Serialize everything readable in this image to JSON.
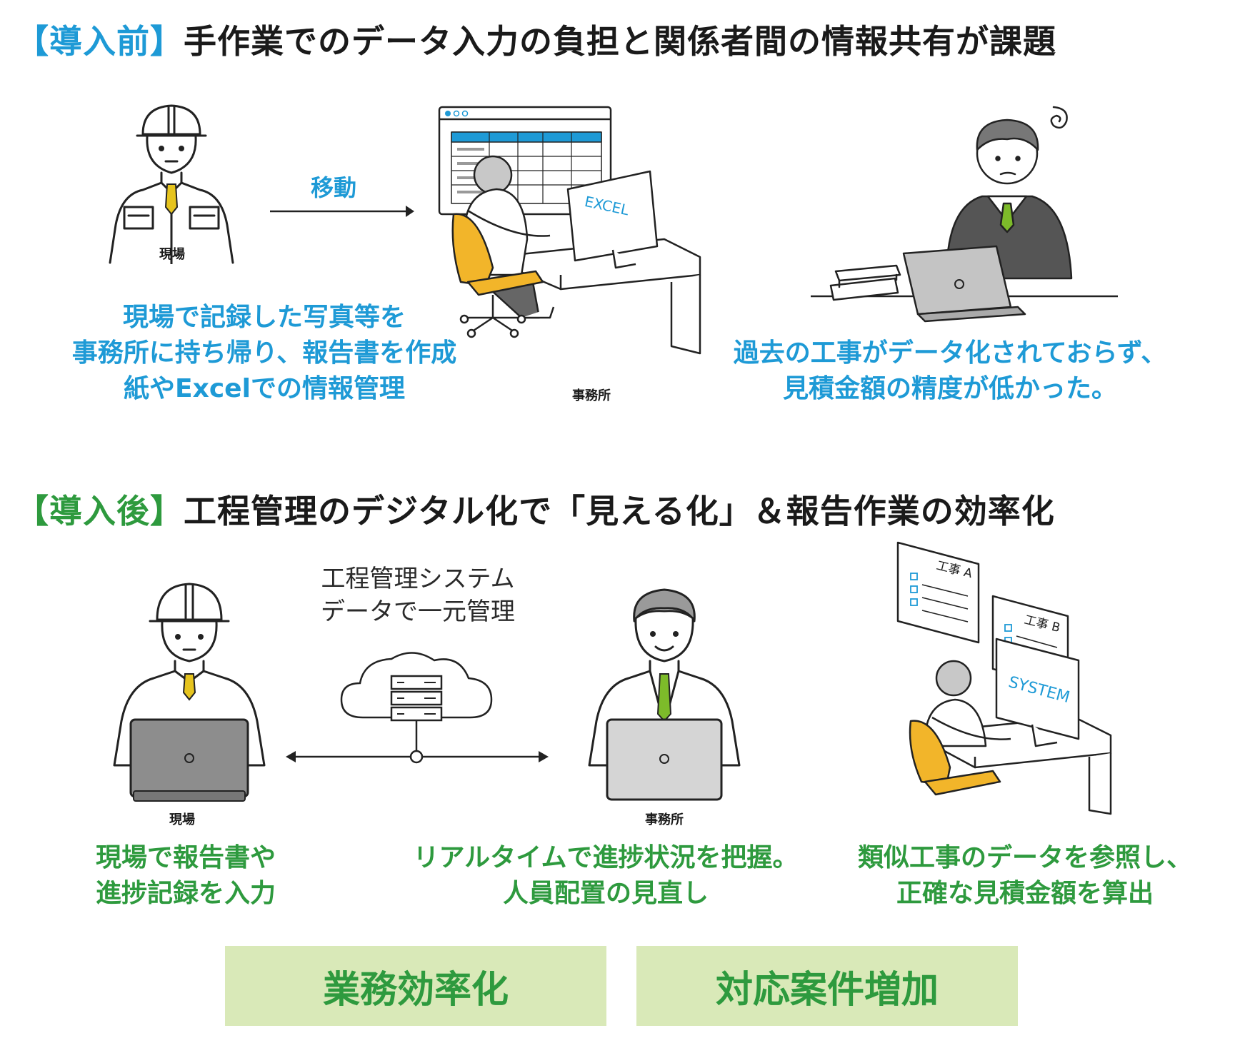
{
  "before": {
    "tag": "【導入前】",
    "title": "手作業でのデータ入力の負担と関係者間の情報共有が課題",
    "site_caption": "現場",
    "move_label": "移動",
    "office_caption": "事務所",
    "excel_label": "EXCEL",
    "desc_left": [
      "現場で記録した写真等を",
      "事務所に持ち帰り、報告書を作成",
      "紙やExcelでの情報管理"
    ],
    "desc_right": [
      "過去の工事がデータ化されておらず、",
      "見積金額の精度が低かった。"
    ]
  },
  "after": {
    "tag": "【導入後】",
    "title": "工程管理のデジタル化で「見える化」＆報告作業の効率化",
    "system_label": [
      "工程管理システム",
      "データで一元管理"
    ],
    "site_caption": "現場",
    "office_caption": "事務所",
    "panel_a": "工事 A",
    "panel_b": "工事 B",
    "system_screen": "SYSTEM",
    "desc_left": [
      "現場で報告書や",
      "進捗記録を入力"
    ],
    "desc_center": [
      "リアルタイムで進捗状況を把握。",
      "人員配置の見直し"
    ],
    "desc_right": [
      "類似工事のデータを参照し、",
      "正確な見積金額を算出"
    ]
  },
  "results": [
    "業務効率化",
    "対応案件増加"
  ],
  "colors": {
    "blue": "#1e9ad6",
    "green": "#2e9a3e",
    "result_bg": "#d9e9b8",
    "chair": "#f2b52a",
    "tie_yellow": "#e6c41e",
    "tie_green": "#7dbb2a"
  }
}
